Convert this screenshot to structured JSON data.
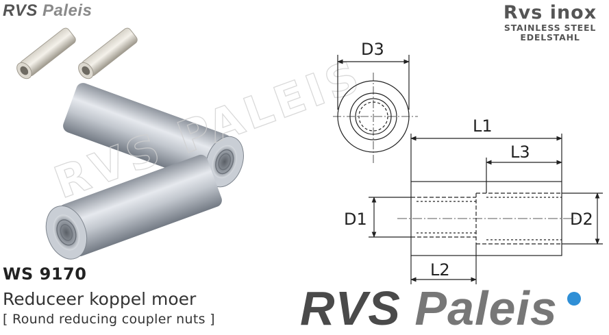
{
  "logo_small": {
    "part1": "RVS",
    "part2": "Paleis"
  },
  "brand_inox": {
    "line1": "Rvs inox",
    "line2": "STAINLESS STEEL",
    "line3": "EDELSTAHL"
  },
  "product": {
    "code": "WS 9170",
    "name_nl": "Reduceer koppel moer",
    "name_en": "[ Round reducing coupler nuts ]"
  },
  "logo_large": {
    "part1": "RVS",
    "part2": "Paleis"
  },
  "watermark": "RVS PALEIS",
  "drawing": {
    "labels": {
      "d3": "D3",
      "l1": "L1",
      "l3": "L3",
      "d1": "D1",
      "d2": "D2",
      "l2": "L2"
    }
  },
  "colors": {
    "accent_dot": "#2f8fd6",
    "line": "#222222",
    "metal": "#b8bcc2"
  },
  "icons": [
    "coupler-nut-photo",
    "coupler-nut-render",
    "technical-drawing"
  ]
}
